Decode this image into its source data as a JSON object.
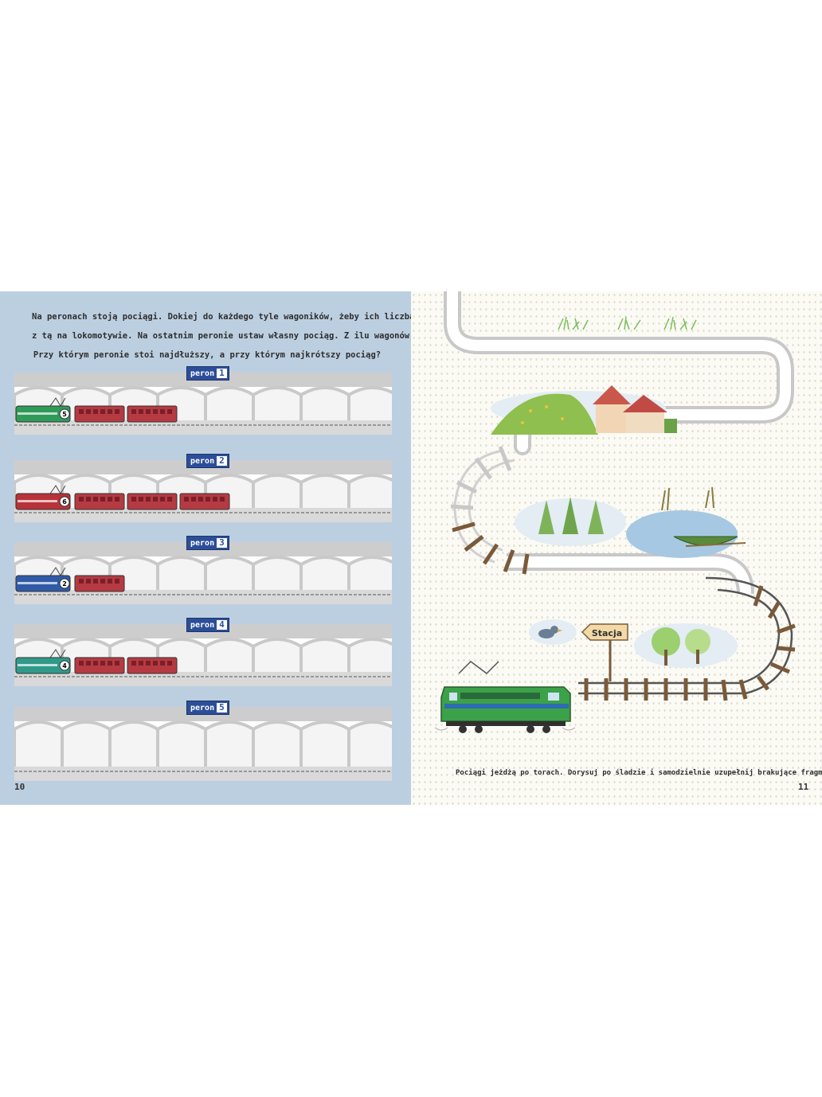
{
  "left_page": {
    "instructions": [
      "Na peronach stoją pociągi. Dokiej do każdego tyle wagoników, żeby ich liczba zgadzała się",
      "z tą na lokomotywie. Na ostatnim peronie ustaw własny pociąg. Z ilu wagonów się składa?",
      "Przy którym peronie stoi najdłuższy, a przy którym najkrótszy pociąg?"
    ],
    "platforms": [
      {
        "label": "peron",
        "number": "1",
        "loco_number": "5",
        "loco_color": "#2f9a5a",
        "wagons": 2
      },
      {
        "label": "peron",
        "number": "2",
        "loco_number": "6",
        "loco_color": "#b8323a",
        "wagons": 3
      },
      {
        "label": "peron",
        "number": "3",
        "loco_number": "2",
        "loco_color": "#2f5aa8",
        "wagons": 1
      },
      {
        "label": "peron",
        "number": "4",
        "loco_number": "4",
        "loco_color": "#2f9a8a",
        "wagons": 2
      },
      {
        "label": "peron",
        "number": "5",
        "loco_number": "",
        "loco_color": "",
        "wagons": 0
      }
    ],
    "page_number": "10"
  },
  "right_page": {
    "sign": "Stacja",
    "caption": "Pociągi jeżdżą po torach. Dorysuj po śladzie i samodzielnie uzupełnij brakujące fragmenty.",
    "page_number": "11"
  },
  "colors": {
    "left_bg": "#bccfe0",
    "wagon_red": "#b63a42",
    "sign_blue": "#2c4e9a",
    "track_brown": "#7a5a3a",
    "loco_green": "#3ba24a"
  }
}
